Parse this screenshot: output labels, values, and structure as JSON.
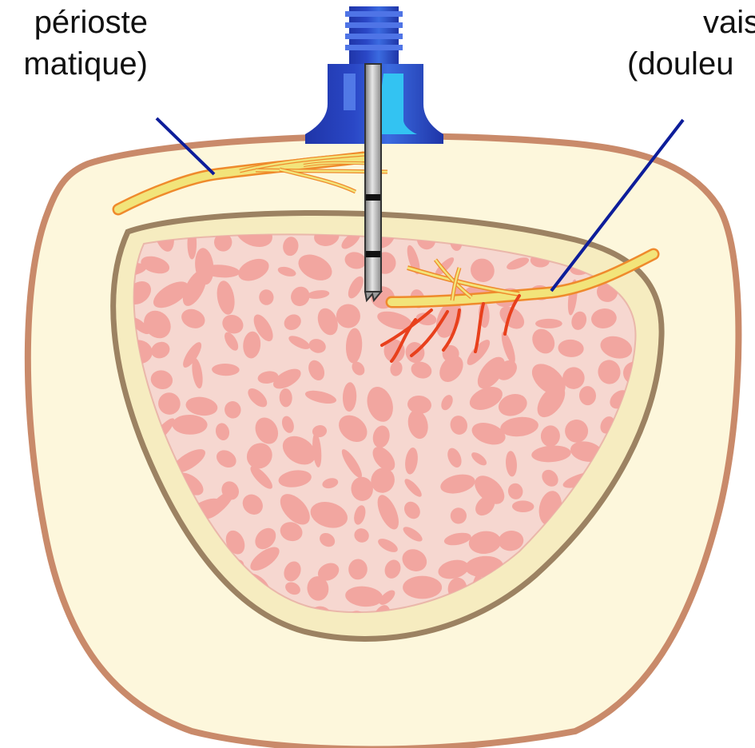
{
  "labels": {
    "periosteum_line1": "périoste",
    "periosteum_line2": "matique)",
    "vessel_line1": "vais",
    "vessel_line2": "(douleu"
  },
  "colors": {
    "bone_outline": "#c98a6a",
    "cortex_fill": "#fdf7dc",
    "cortex_ring": "#9c8262",
    "marrow_fill": "#f6d7d0",
    "trabecula": "#f2a6a0",
    "nerve": "#f2e47a",
    "nerve_edge": "#ef8a2c",
    "vessel": "#e8401c",
    "leader_line": "#0d1d9a",
    "needle_hub_dark": "#2a47c6",
    "needle_hub_light": "#33c3f2",
    "needle_shaft": "#b8b8b8"
  },
  "icons": [
    "bone-cross-section",
    "biopsy-needle"
  ]
}
